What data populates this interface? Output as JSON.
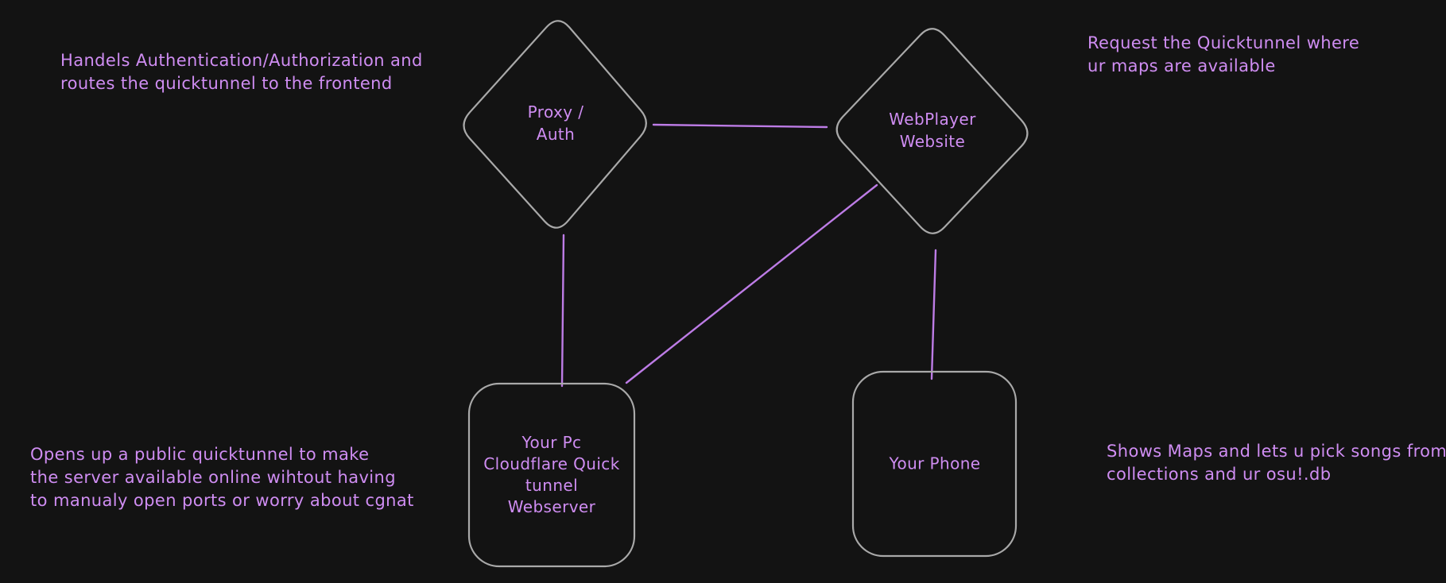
{
  "canvas": {
    "background_color": "#131313",
    "shape_stroke_color": "#a9a9a9",
    "accent_color": "#cf8df2",
    "edge_color": "#bd7ce6"
  },
  "annotations": {
    "top_left": "Handels Authentication/Authorization and\nroutes the quicktunnel to the frontend",
    "top_right": "Request the Quicktunnel where\nur maps are available",
    "bottom_left": "Opens up a public quicktunnel to make\nthe server available online wihtout having\nto manualy open ports or worry about cgnat",
    "bottom_right": "Shows Maps and lets u pick songs from\ncollections and ur osu!.db"
  },
  "nodes": {
    "proxy_auth": {
      "label": "Proxy /\nAuth",
      "shape": "diamond"
    },
    "webplayer": {
      "label": "WebPlayer\nWebsite",
      "shape": "diamond"
    },
    "pc_webserver": {
      "label": "Your Pc\nCloudflare Quick\ntunnel\nWebserver",
      "shape": "rounded-rect"
    },
    "phone": {
      "label": "Your Phone",
      "shape": "rounded-rect"
    }
  },
  "edges": [
    {
      "from": "proxy_auth",
      "to": "webplayer"
    },
    {
      "from": "proxy_auth",
      "to": "pc_webserver"
    },
    {
      "from": "webplayer",
      "to": "pc_webserver"
    },
    {
      "from": "webplayer",
      "to": "phone"
    }
  ]
}
